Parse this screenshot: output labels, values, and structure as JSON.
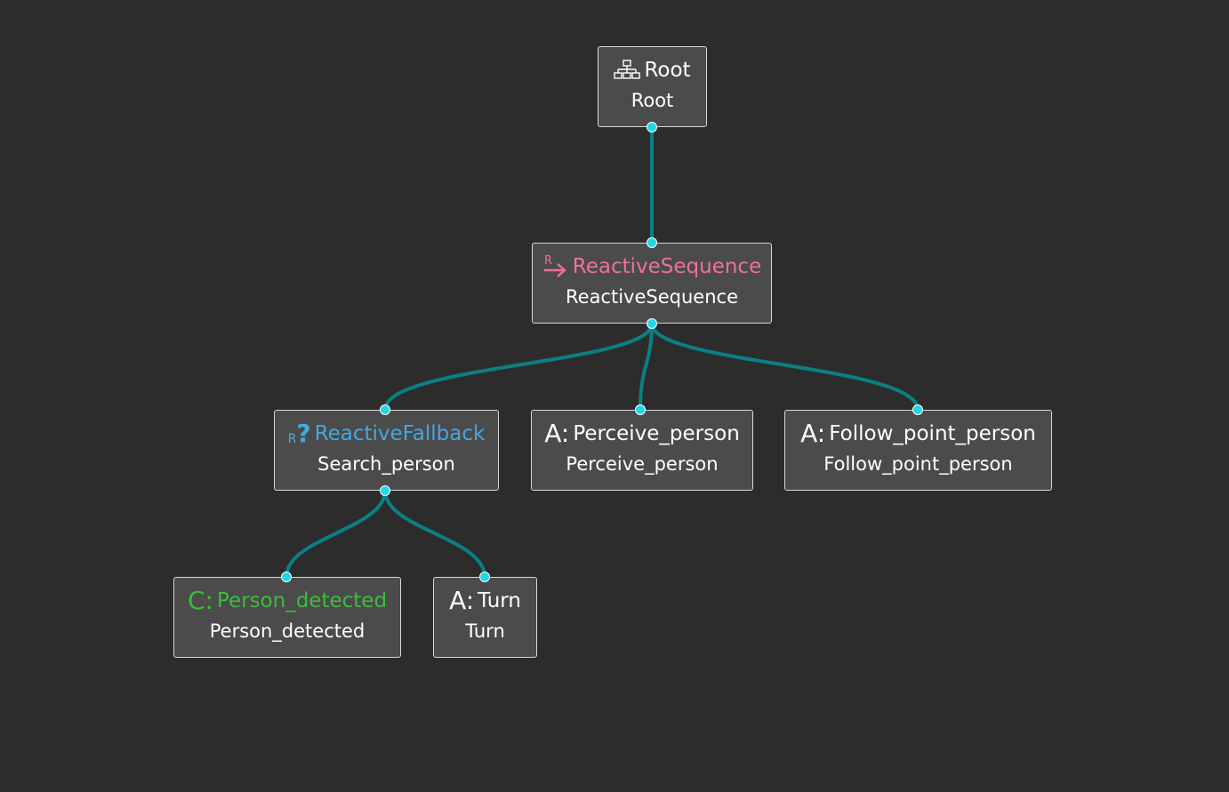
{
  "colors": {
    "background": "#2c2c2c",
    "node_fill": "#4b4b4b",
    "node_border": "#d8d8d8",
    "edge": "#0a8084",
    "port": "#22d8e4",
    "text": "#ffffff",
    "sequence": "#f06ea0",
    "fallback": "#44a8e0",
    "condition": "#3cbc3c"
  },
  "nodes": {
    "root": {
      "icon": "tree-icon",
      "type": "Root",
      "name": "Root"
    },
    "reactive_sequence": {
      "icon": "reactive-sequence-icon",
      "icon_text": "R",
      "type": "ReactiveSequence",
      "name": "ReactiveSequence"
    },
    "reactive_fallback": {
      "icon": "reactive-fallback-icon",
      "icon_text": "R",
      "icon_symbol": "?",
      "type": "ReactiveFallback",
      "name": "Search_person"
    },
    "perceive_person": {
      "icon": "action-icon",
      "icon_text": "A:",
      "type": "Perceive_person",
      "name": "Perceive_person"
    },
    "follow_point_person": {
      "icon": "action-icon",
      "icon_text": "A:",
      "type": "Follow_point_person",
      "name": "Follow_point_person"
    },
    "person_detected": {
      "icon": "condition-icon",
      "icon_text": "C:",
      "type": "Person_detected",
      "name": "Person_detected"
    },
    "turn": {
      "icon": "action-icon",
      "icon_text": "A:",
      "type": "Turn",
      "name": "Turn"
    }
  },
  "edges": [
    {
      "from": "root",
      "to": "reactive_sequence"
    },
    {
      "from": "reactive_sequence",
      "to": "reactive_fallback"
    },
    {
      "from": "reactive_sequence",
      "to": "perceive_person"
    },
    {
      "from": "reactive_sequence",
      "to": "follow_point_person"
    },
    {
      "from": "reactive_fallback",
      "to": "person_detected"
    },
    {
      "from": "reactive_fallback",
      "to": "turn"
    }
  ]
}
